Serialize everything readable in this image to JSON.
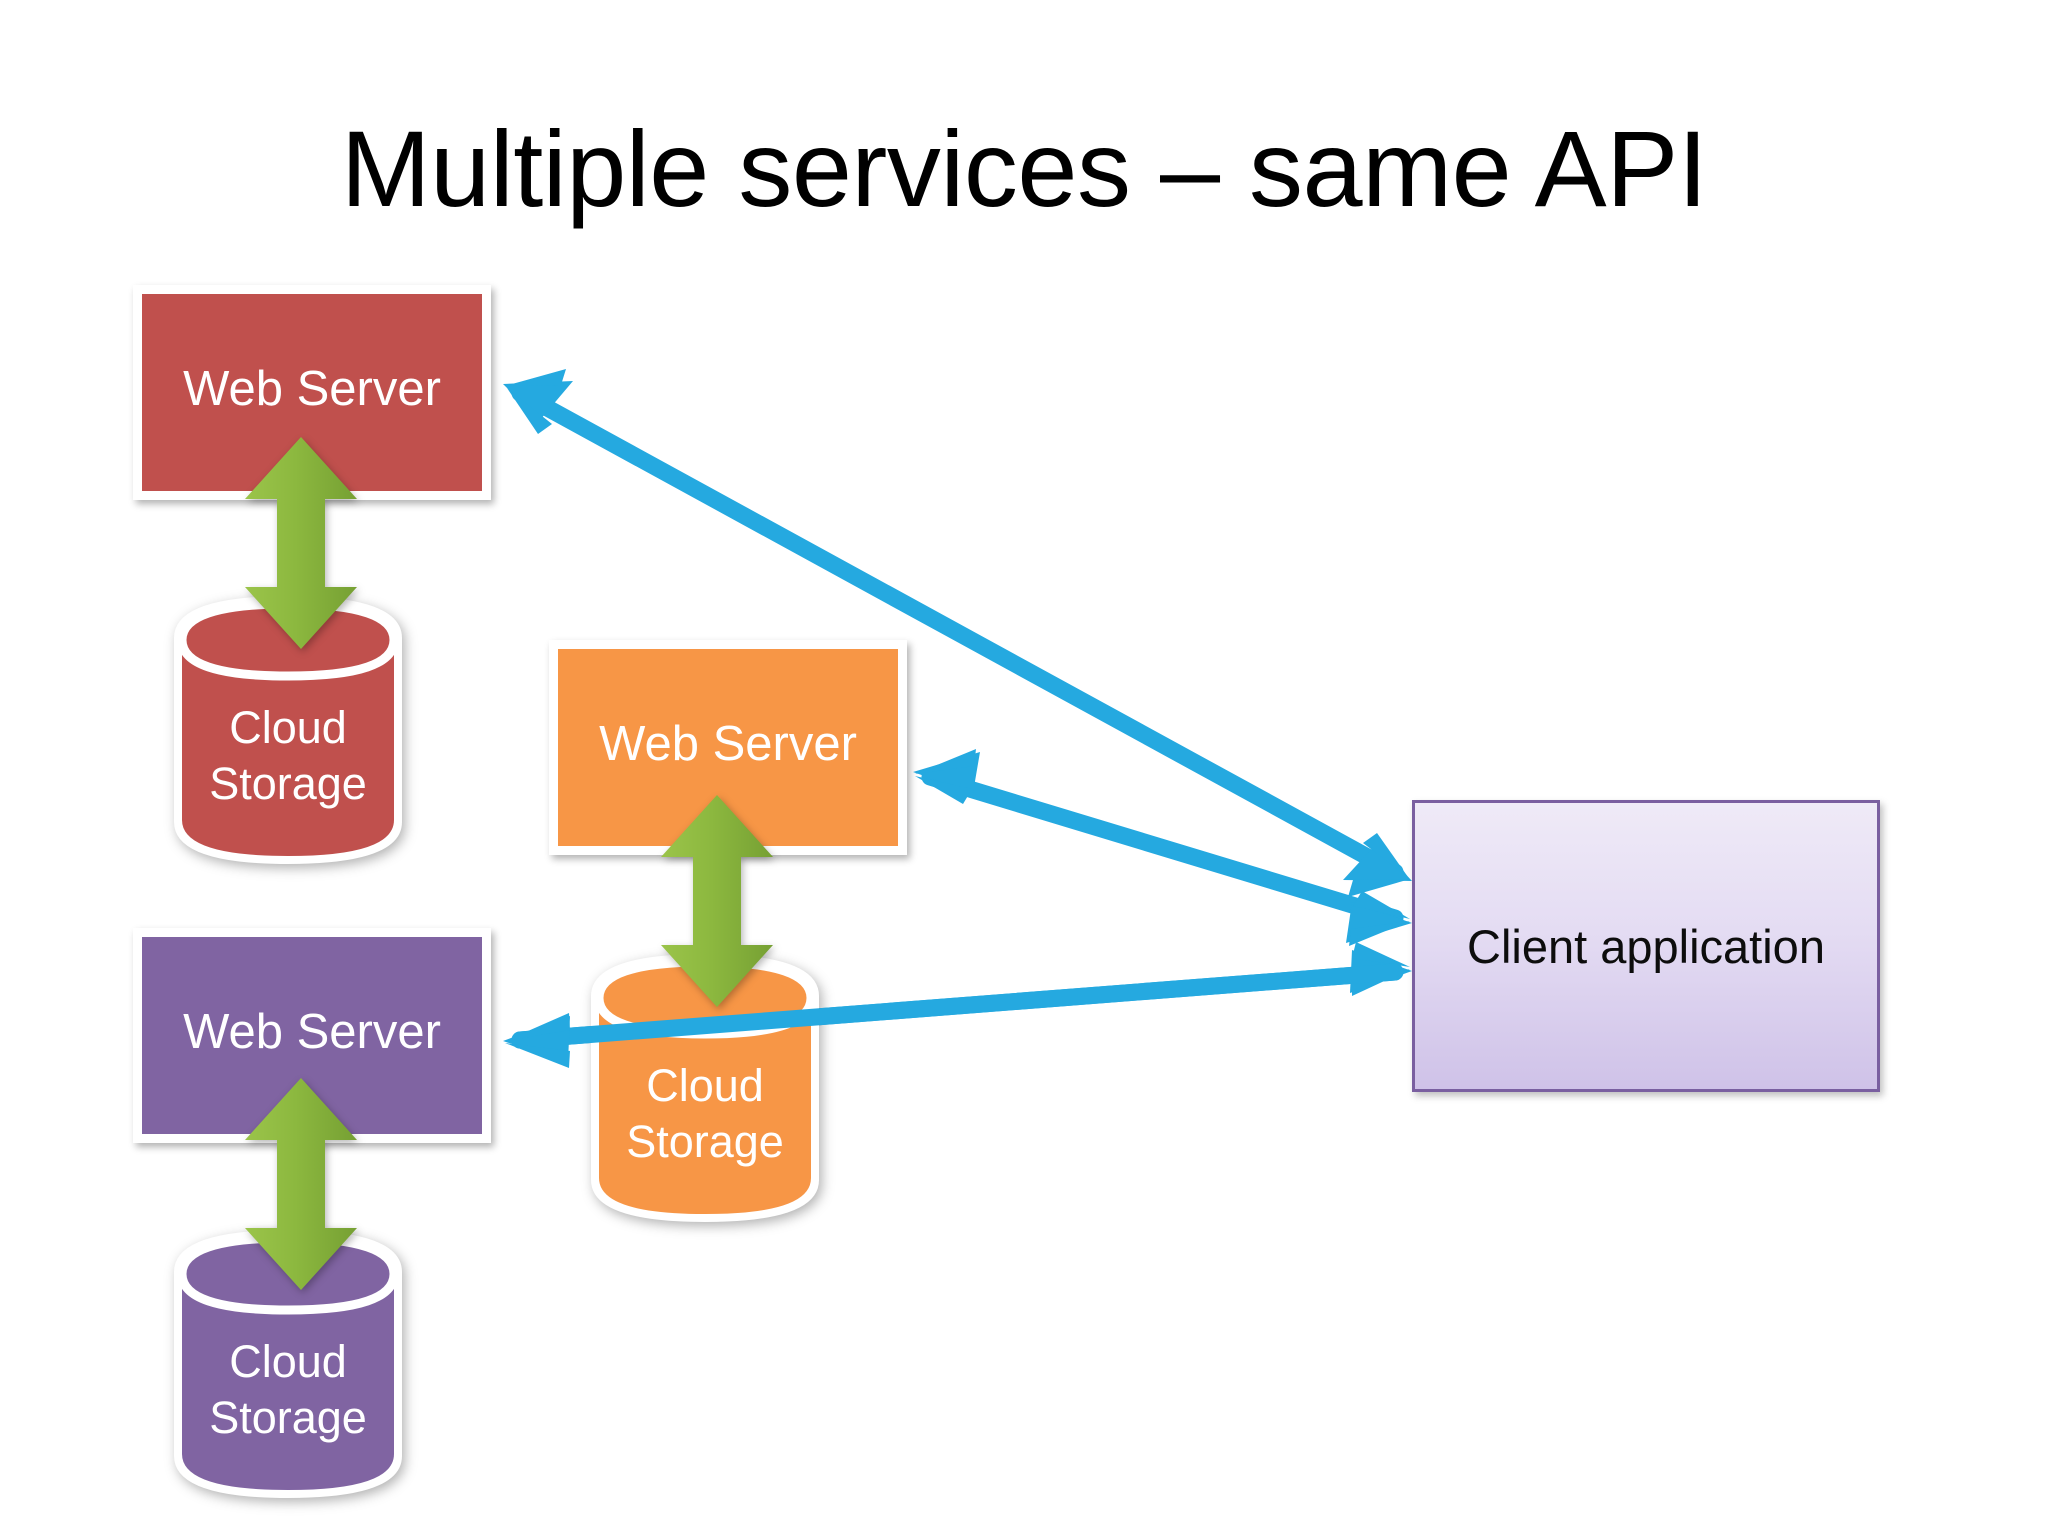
{
  "slide": {
    "title": "Multiple services – same API",
    "background_color": "#ffffff"
  },
  "palette": {
    "red": "#c0504d",
    "orange": "#f79646",
    "purple": "#8064a2",
    "green_arrow": "#8cb83f",
    "blue_arrow": "#25a9e0",
    "client_fill_top": "#efeaf7",
    "client_fill_bottom": "#cfc2e8",
    "client_border": "#7a5fa0",
    "box_outline": "#ffffff",
    "label_text": "#ffffff",
    "title_text": "#000000"
  },
  "services": [
    {
      "id": "service-red",
      "color": "#c0504d",
      "server_label": "Web Server",
      "storage_label": "Cloud\nStorage",
      "link_label": "sync-arrow"
    },
    {
      "id": "service-orange",
      "color": "#f79646",
      "server_label": "Web Server",
      "storage_label": "Cloud\nStorage",
      "link_label": "sync-arrow"
    },
    {
      "id": "service-purple",
      "color": "#8064a2",
      "server_label": "Web Server",
      "storage_label": "Cloud\nStorage",
      "link_label": "sync-arrow"
    }
  ],
  "client": {
    "label": "Client application"
  },
  "connections": [
    {
      "from": "client-application",
      "to": "web-server-red",
      "style": "double-headed",
      "color": "#25a9e0"
    },
    {
      "from": "client-application",
      "to": "web-server-orange",
      "style": "double-headed",
      "color": "#25a9e0"
    },
    {
      "from": "client-application",
      "to": "web-server-purple",
      "style": "double-headed",
      "color": "#25a9e0"
    }
  ]
}
